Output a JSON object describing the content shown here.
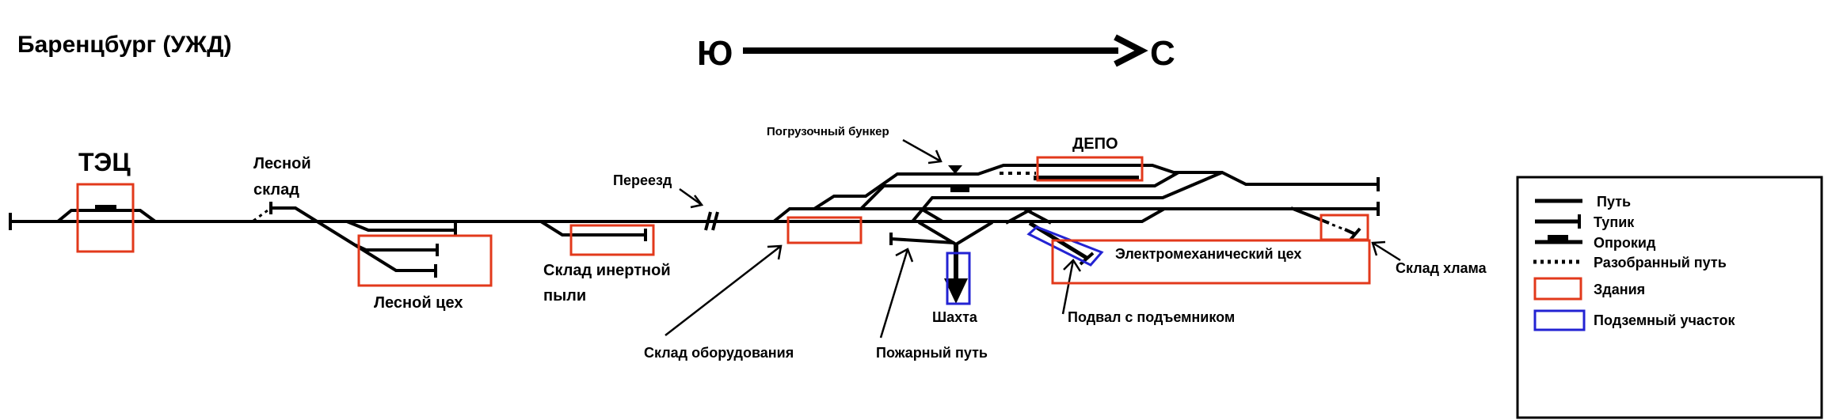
{
  "title": "Баренцбург (УЖД)",
  "compass": {
    "south": "Ю",
    "north": "С"
  },
  "labels": {
    "tec": "ТЭЦ",
    "forest_warehouse_line1": "Лесной",
    "forest_warehouse_line2": "склад",
    "forest_shop": "Лесной цех",
    "inert_dust_line1": "Склад инертной",
    "inert_dust_line2": "пыли",
    "crossing": "Переезд",
    "loading_bunker": "Погрузочный бункер",
    "depot": "ДЕПО",
    "equipment_warehouse": "Склад оборудования",
    "fire_track": "Пожарный путь",
    "mine_shaft": "Шахта",
    "basement_lift": "Подвал с подъемником",
    "junk_warehouse": "Склад хлама",
    "electromech_shop": "Электромеханический цех"
  },
  "legend": {
    "items": [
      {
        "id": "track",
        "label": "Путь"
      },
      {
        "id": "dead-end",
        "label": "Тупик"
      },
      {
        "id": "tipper",
        "label": "Опрокид"
      },
      {
        "id": "dismantled-track",
        "label": "Разобранный путь"
      },
      {
        "id": "buildings",
        "label": "Здания"
      },
      {
        "id": "underground-section",
        "label": "Подземный участок"
      }
    ]
  },
  "colors": {
    "track": "#000000",
    "building_outline": "#e2391b",
    "underground_outline": "#2323d3",
    "background": "#ffffff"
  }
}
